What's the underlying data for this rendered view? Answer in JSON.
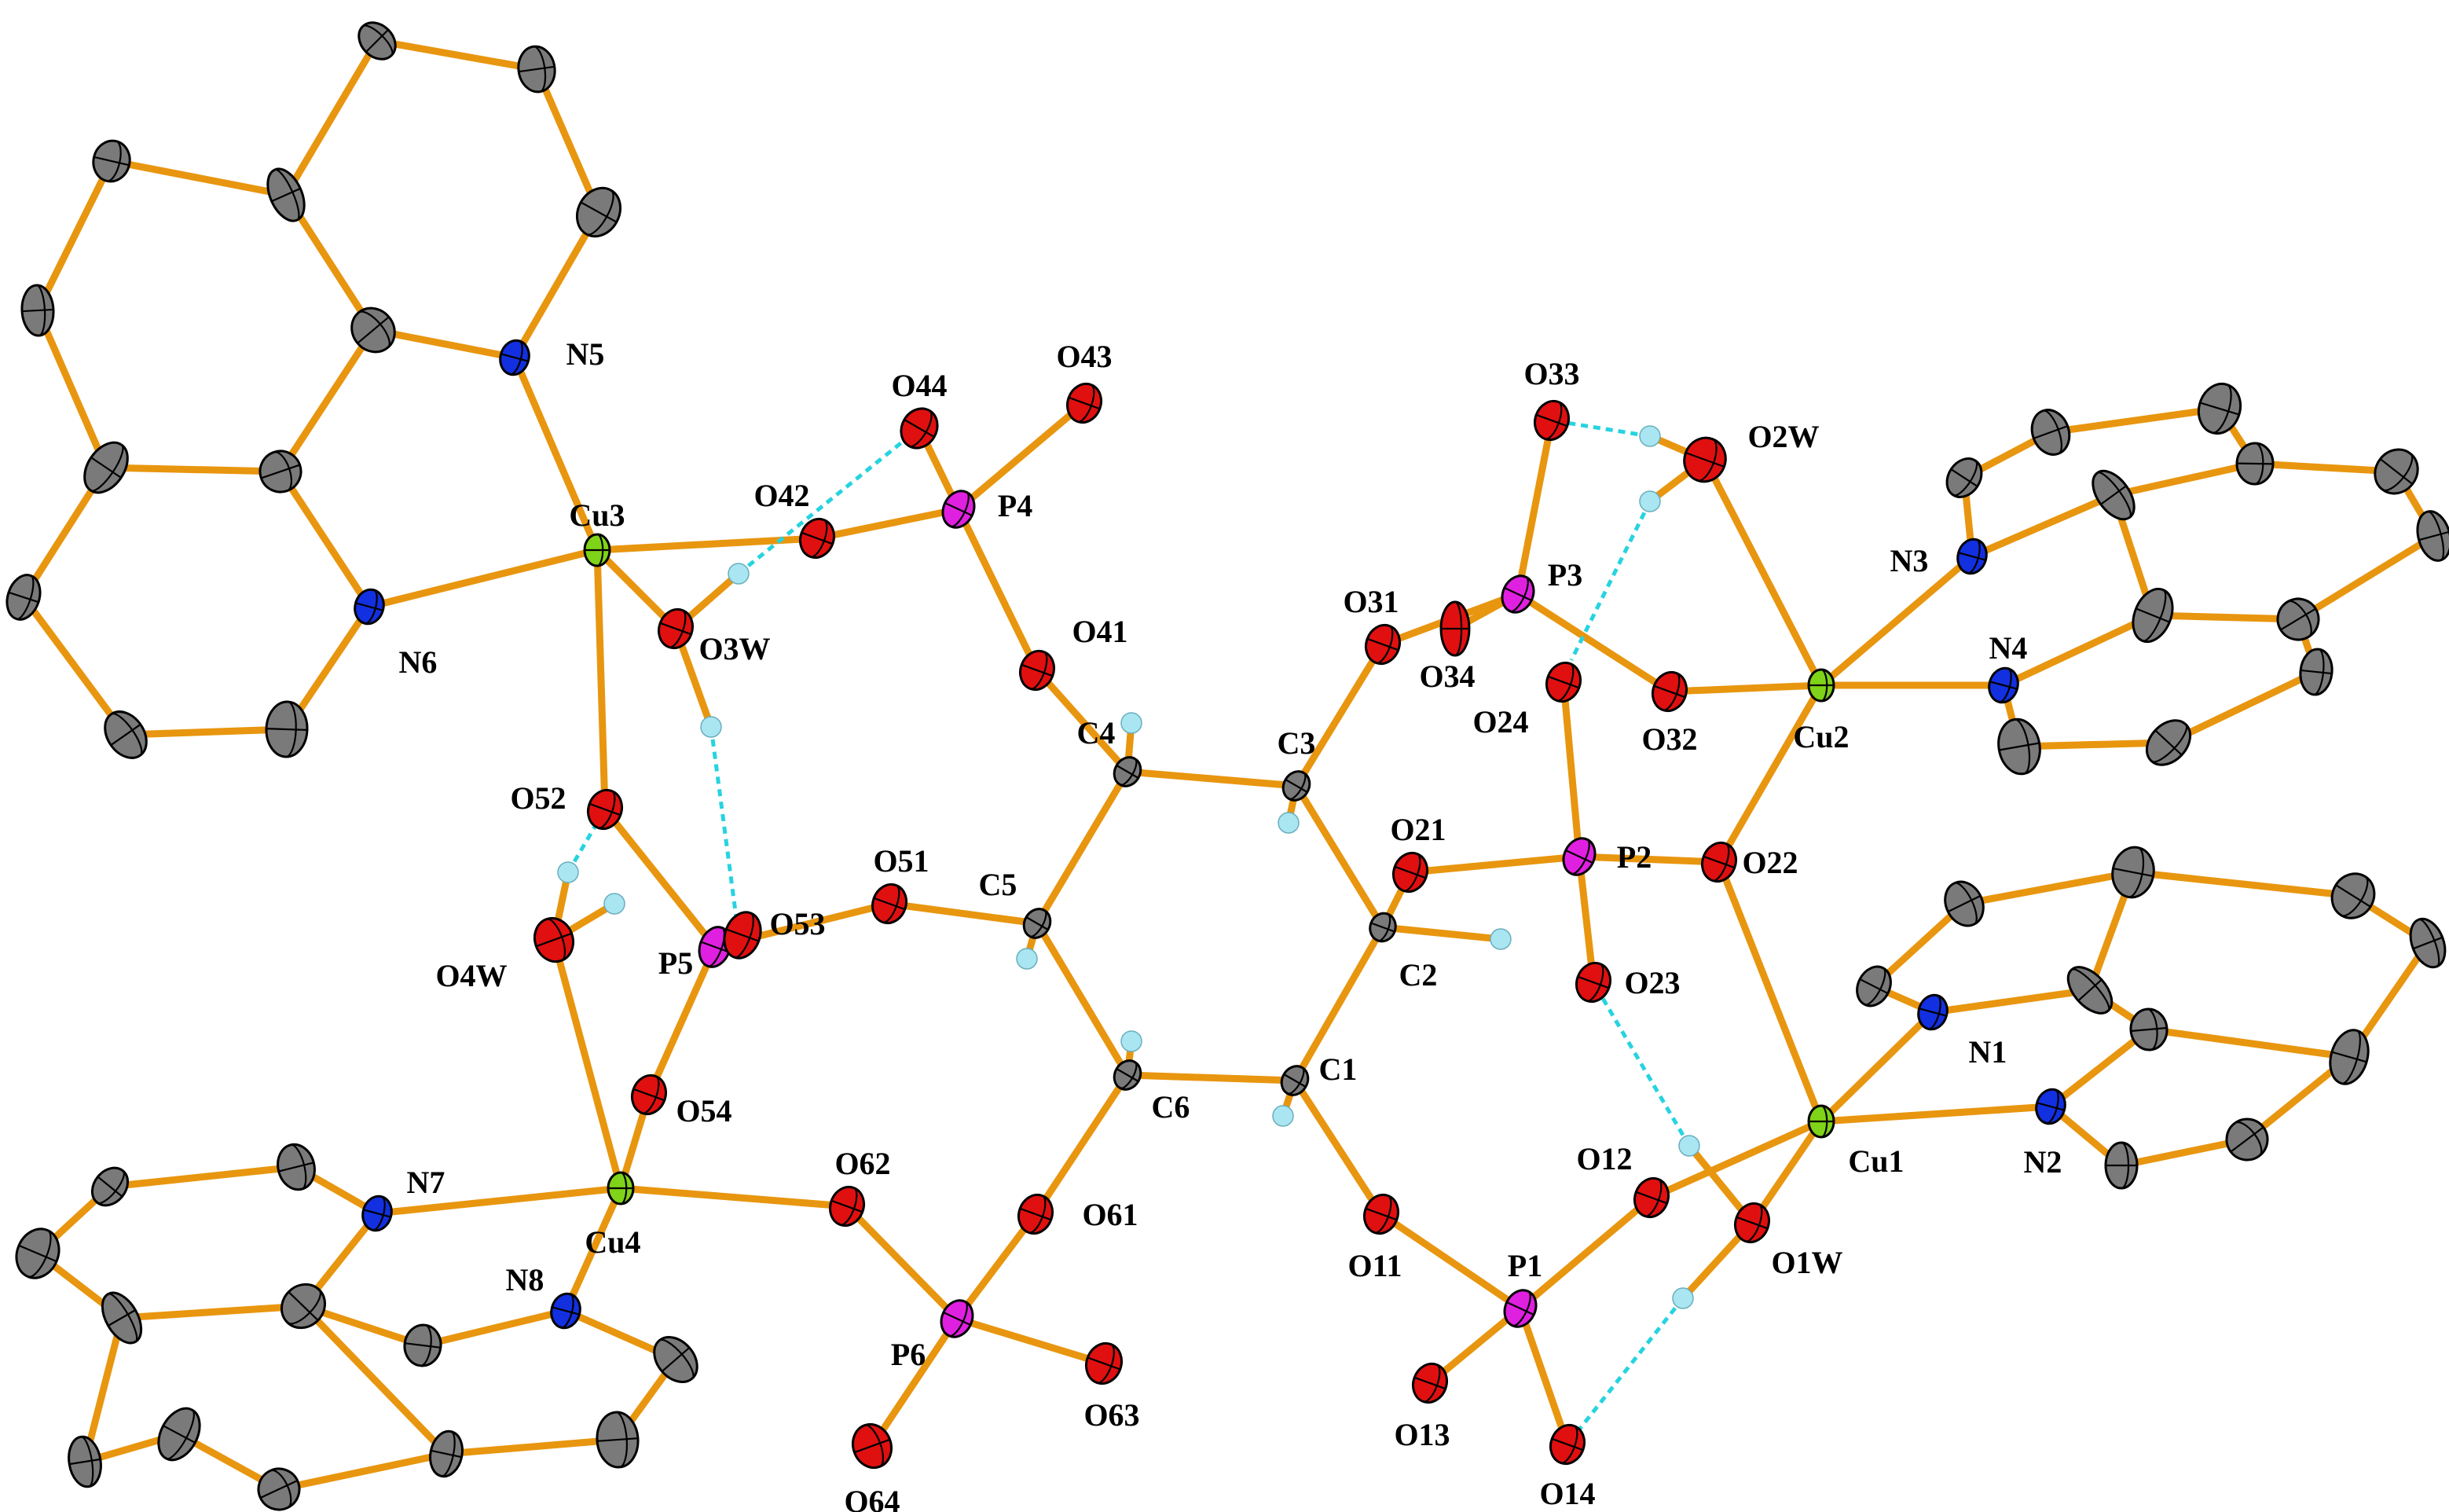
{
  "colors": {
    "C": "#7a7a7a",
    "N": "#1230e0",
    "O": "#e01010",
    "P": "#e020e0",
    "Cu": "#7fd318",
    "H": "#a9e6f2",
    "bond": "#e8960f",
    "hbond": "#27d3e0"
  },
  "atoms": [
    {
      "id": "Cu3",
      "el": "Cu",
      "label": "Cu3"
    },
    {
      "id": "Cu4",
      "el": "Cu",
      "label": "Cu4"
    },
    {
      "id": "Cu2",
      "el": "Cu",
      "label": "Cu2"
    },
    {
      "id": "Cu1",
      "el": "Cu",
      "label": "Cu1"
    },
    {
      "id": "N5",
      "el": "N",
      "label": "N5"
    },
    {
      "id": "N6",
      "el": "N",
      "label": "N6"
    },
    {
      "id": "N7",
      "el": "N",
      "label": "N7"
    },
    {
      "id": "N8",
      "el": "N",
      "label": "N8"
    },
    {
      "id": "N3",
      "el": "N",
      "label": "N3"
    },
    {
      "id": "N4",
      "el": "N",
      "label": "N4"
    },
    {
      "id": "N1",
      "el": "N",
      "label": "N1"
    },
    {
      "id": "N2",
      "el": "N",
      "label": "N2"
    },
    {
      "id": "P4",
      "el": "P",
      "label": "P4"
    },
    {
      "id": "P5",
      "el": "P",
      "label": "P5"
    },
    {
      "id": "P6",
      "el": "P",
      "label": "P6"
    },
    {
      "id": "P3",
      "el": "P",
      "label": "P3"
    },
    {
      "id": "P2",
      "el": "P",
      "label": "P2"
    },
    {
      "id": "P1",
      "el": "P",
      "label": "P1"
    },
    {
      "id": "O44",
      "el": "O",
      "label": "O44"
    },
    {
      "id": "O43",
      "el": "O",
      "label": "O43"
    },
    {
      "id": "O42",
      "el": "O",
      "label": "O42"
    },
    {
      "id": "O41",
      "el": "O",
      "label": "O41"
    },
    {
      "id": "O3W",
      "el": "O",
      "label": "O3W"
    },
    {
      "id": "O52",
      "el": "O",
      "label": "O52"
    },
    {
      "id": "O53",
      "el": "O",
      "label": "O53"
    },
    {
      "id": "O51",
      "el": "O",
      "label": "O51"
    },
    {
      "id": "O4W",
      "el": "O",
      "label": "O4W"
    },
    {
      "id": "O54",
      "el": "O",
      "label": "O54"
    },
    {
      "id": "O62",
      "el": "O",
      "label": "O62"
    },
    {
      "id": "O61",
      "el": "O",
      "label": "O61"
    },
    {
      "id": "O63",
      "el": "O",
      "label": "O63"
    },
    {
      "id": "O64",
      "el": "O",
      "label": "O64"
    },
    {
      "id": "O33",
      "el": "O",
      "label": "O33"
    },
    {
      "id": "O2W",
      "el": "O",
      "label": "O2W"
    },
    {
      "id": "O31",
      "el": "O",
      "label": "O31"
    },
    {
      "id": "O34",
      "el": "O",
      "label": "O34"
    },
    {
      "id": "O24",
      "el": "O",
      "label": "O24"
    },
    {
      "id": "O32",
      "el": "O",
      "label": "O32"
    },
    {
      "id": "O21",
      "el": "O",
      "label": "O21"
    },
    {
      "id": "O22",
      "el": "O",
      "label": "O22"
    },
    {
      "id": "O23",
      "el": "O",
      "label": "O23"
    },
    {
      "id": "O12",
      "el": "O",
      "label": "O12"
    },
    {
      "id": "O1W",
      "el": "O",
      "label": "O1W"
    },
    {
      "id": "O11",
      "el": "O",
      "label": "O11"
    },
    {
      "id": "O13",
      "el": "O",
      "label": "O13"
    },
    {
      "id": "O14",
      "el": "O",
      "label": "O14"
    },
    {
      "id": "C1",
      "el": "C",
      "label": "C1"
    },
    {
      "id": "C2",
      "el": "C",
      "label": "C2"
    },
    {
      "id": "C3",
      "el": "C",
      "label": "C3"
    },
    {
      "id": "C4",
      "el": "C",
      "label": "C4"
    },
    {
      "id": "C5",
      "el": "C",
      "label": "C5"
    },
    {
      "id": "C6",
      "el": "C",
      "label": "C6"
    }
  ]
}
